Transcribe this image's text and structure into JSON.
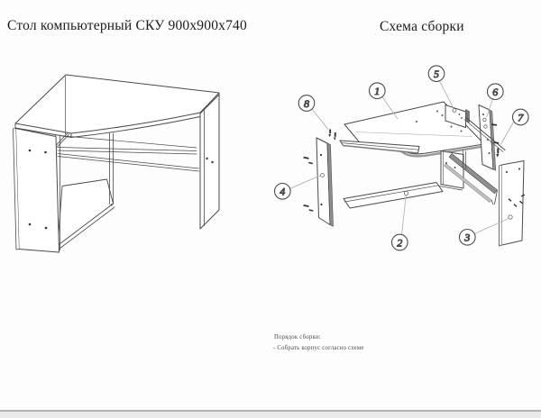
{
  "page": {
    "left_title": "Стол компьютерный СКУ 900х900х740",
    "right_title": "Схема сборки",
    "notes": {
      "heading": "Порядок сборки:",
      "line1": "- Собрать корпус согласно схеме"
    },
    "callouts": [
      "1",
      "2",
      "3",
      "4",
      "5",
      "6",
      "7",
      "8"
    ],
    "colors": {
      "line": "#4a4a4a",
      "leader": "#b3b3b3",
      "panel_edge_fill": "#8f8f8f",
      "background": "#fdfdfd",
      "bottom_line": "#b3b3b3",
      "bottom_strip": "#eaeaea"
    }
  }
}
